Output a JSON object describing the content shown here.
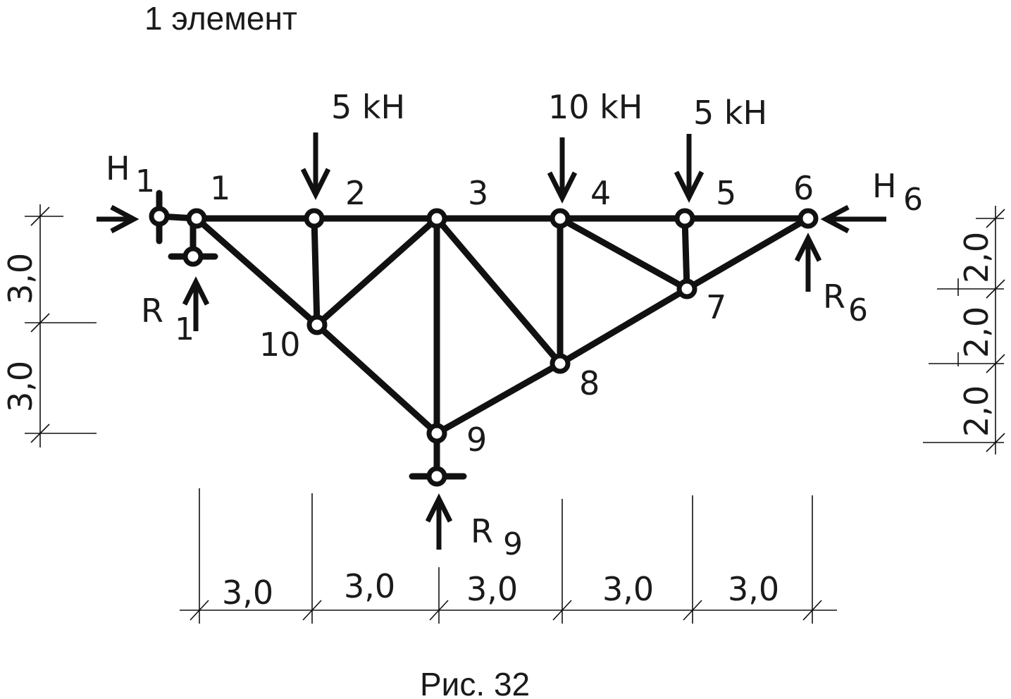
{
  "header": {
    "title": "1 элемент"
  },
  "caption": "Рис. 32",
  "nodes": [
    "1",
    "2",
    "3",
    "4",
    "5",
    "6",
    "7",
    "8",
    "9",
    "10"
  ],
  "loads": {
    "node2": "5 kH",
    "node4": "10 kH",
    "node5": "5 kH"
  },
  "reactions": {
    "H1": {
      "main": "H",
      "sub": "1"
    },
    "R1": {
      "main": "R",
      "sub": "1"
    },
    "H6": {
      "main": "H",
      "sub": "6"
    },
    "R6": {
      "main": "R",
      "sub": "6"
    },
    "R9": {
      "main": "R",
      "sub": "9"
    }
  },
  "dimensions": {
    "bottom": [
      "3,0",
      "3,0",
      "3,0",
      "3,0",
      "3,0"
    ],
    "left": [
      "3,0",
      "3,0"
    ],
    "right": [
      "2,0",
      "2,0",
      "2,0"
    ]
  },
  "colors": {
    "ink": "#111111",
    "background": "#ffffff"
  }
}
